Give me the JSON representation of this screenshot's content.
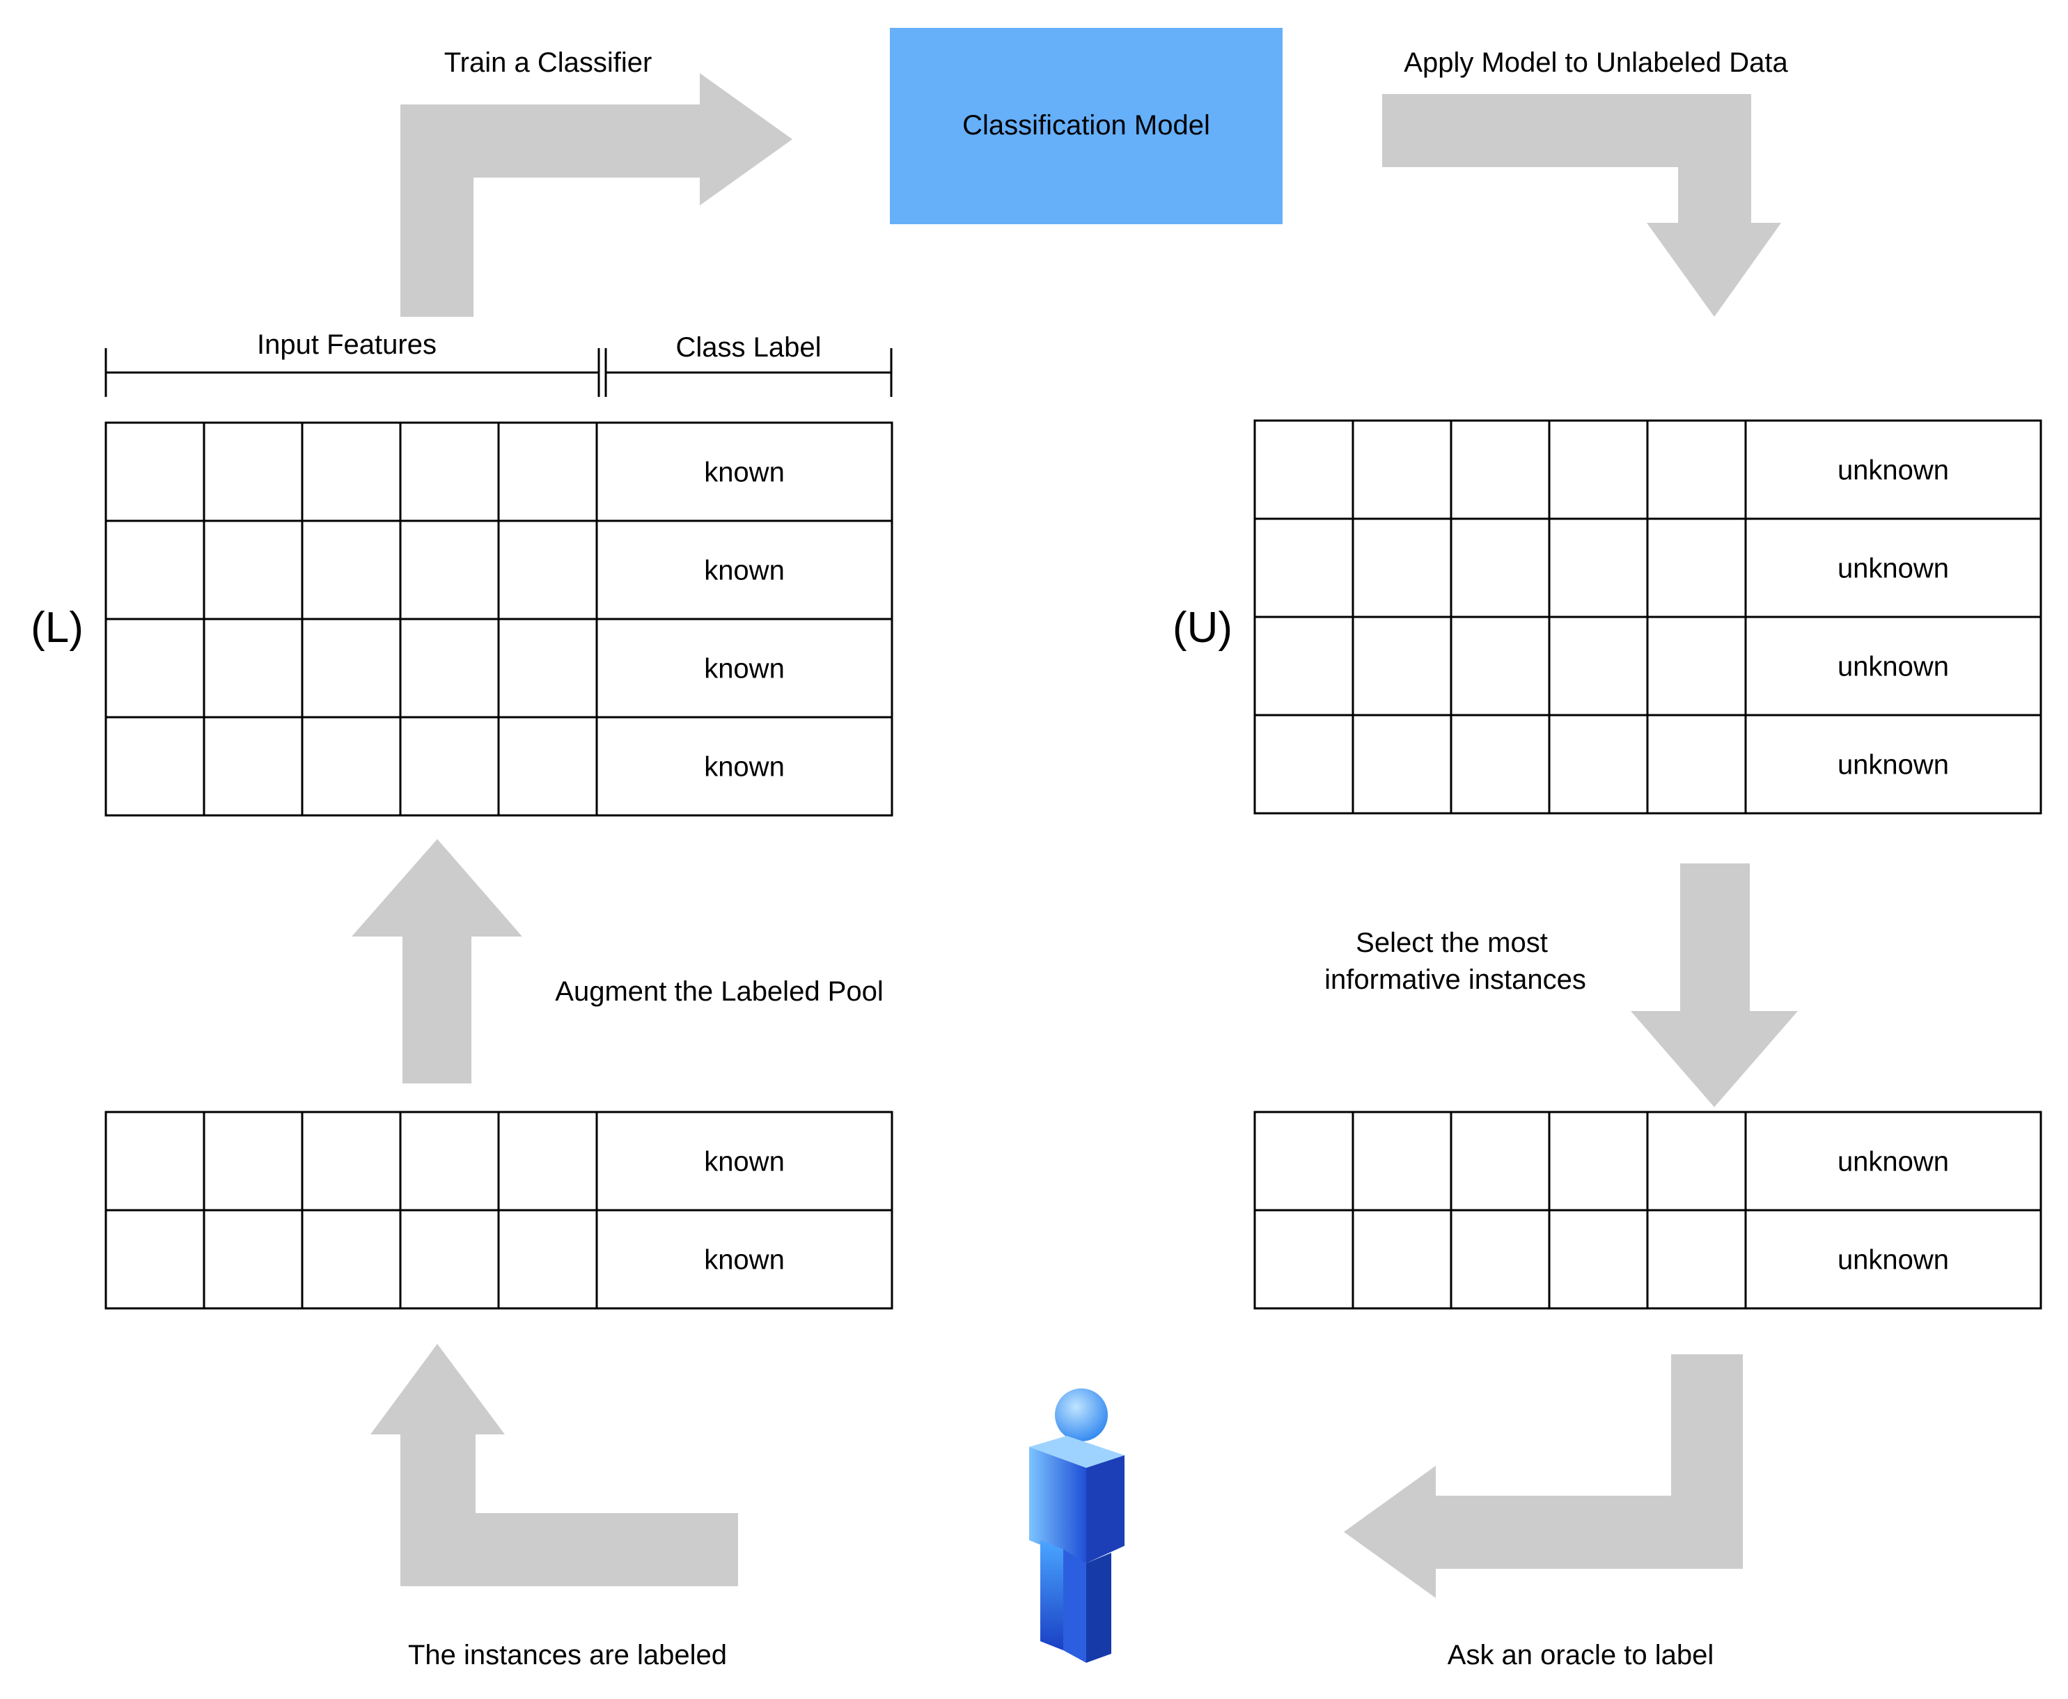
{
  "model": {
    "label": "Classification Model",
    "fill": "#66b0fa"
  },
  "arrow_color": "#cccccc",
  "steps": {
    "train": "Train a Classifier",
    "apply": "Apply Model to Unlabeled Data",
    "select_line1": "Select the most",
    "select_line2": "informative instances",
    "ask": "Ask an oracle to label",
    "labeled": "The instances are labeled",
    "augment": "Augment the Labeled Pool"
  },
  "headers": {
    "features": "Input Features",
    "class": "Class Label"
  },
  "pools": {
    "labeled": "(L)",
    "unlabeled": "(U)"
  },
  "tables": {
    "labeled_pool": [
      "known",
      "known",
      "known",
      "known"
    ],
    "unlabeled_pool": [
      "unknown",
      "unknown",
      "unknown",
      "unknown"
    ],
    "selected": [
      "unknown",
      "unknown"
    ],
    "newly_labeled": [
      "known",
      "known"
    ]
  },
  "oracle": {
    "icon": "oracle-person-icon",
    "color_light": "#7cc4ff",
    "color_dark": "#1f4fd6"
  }
}
